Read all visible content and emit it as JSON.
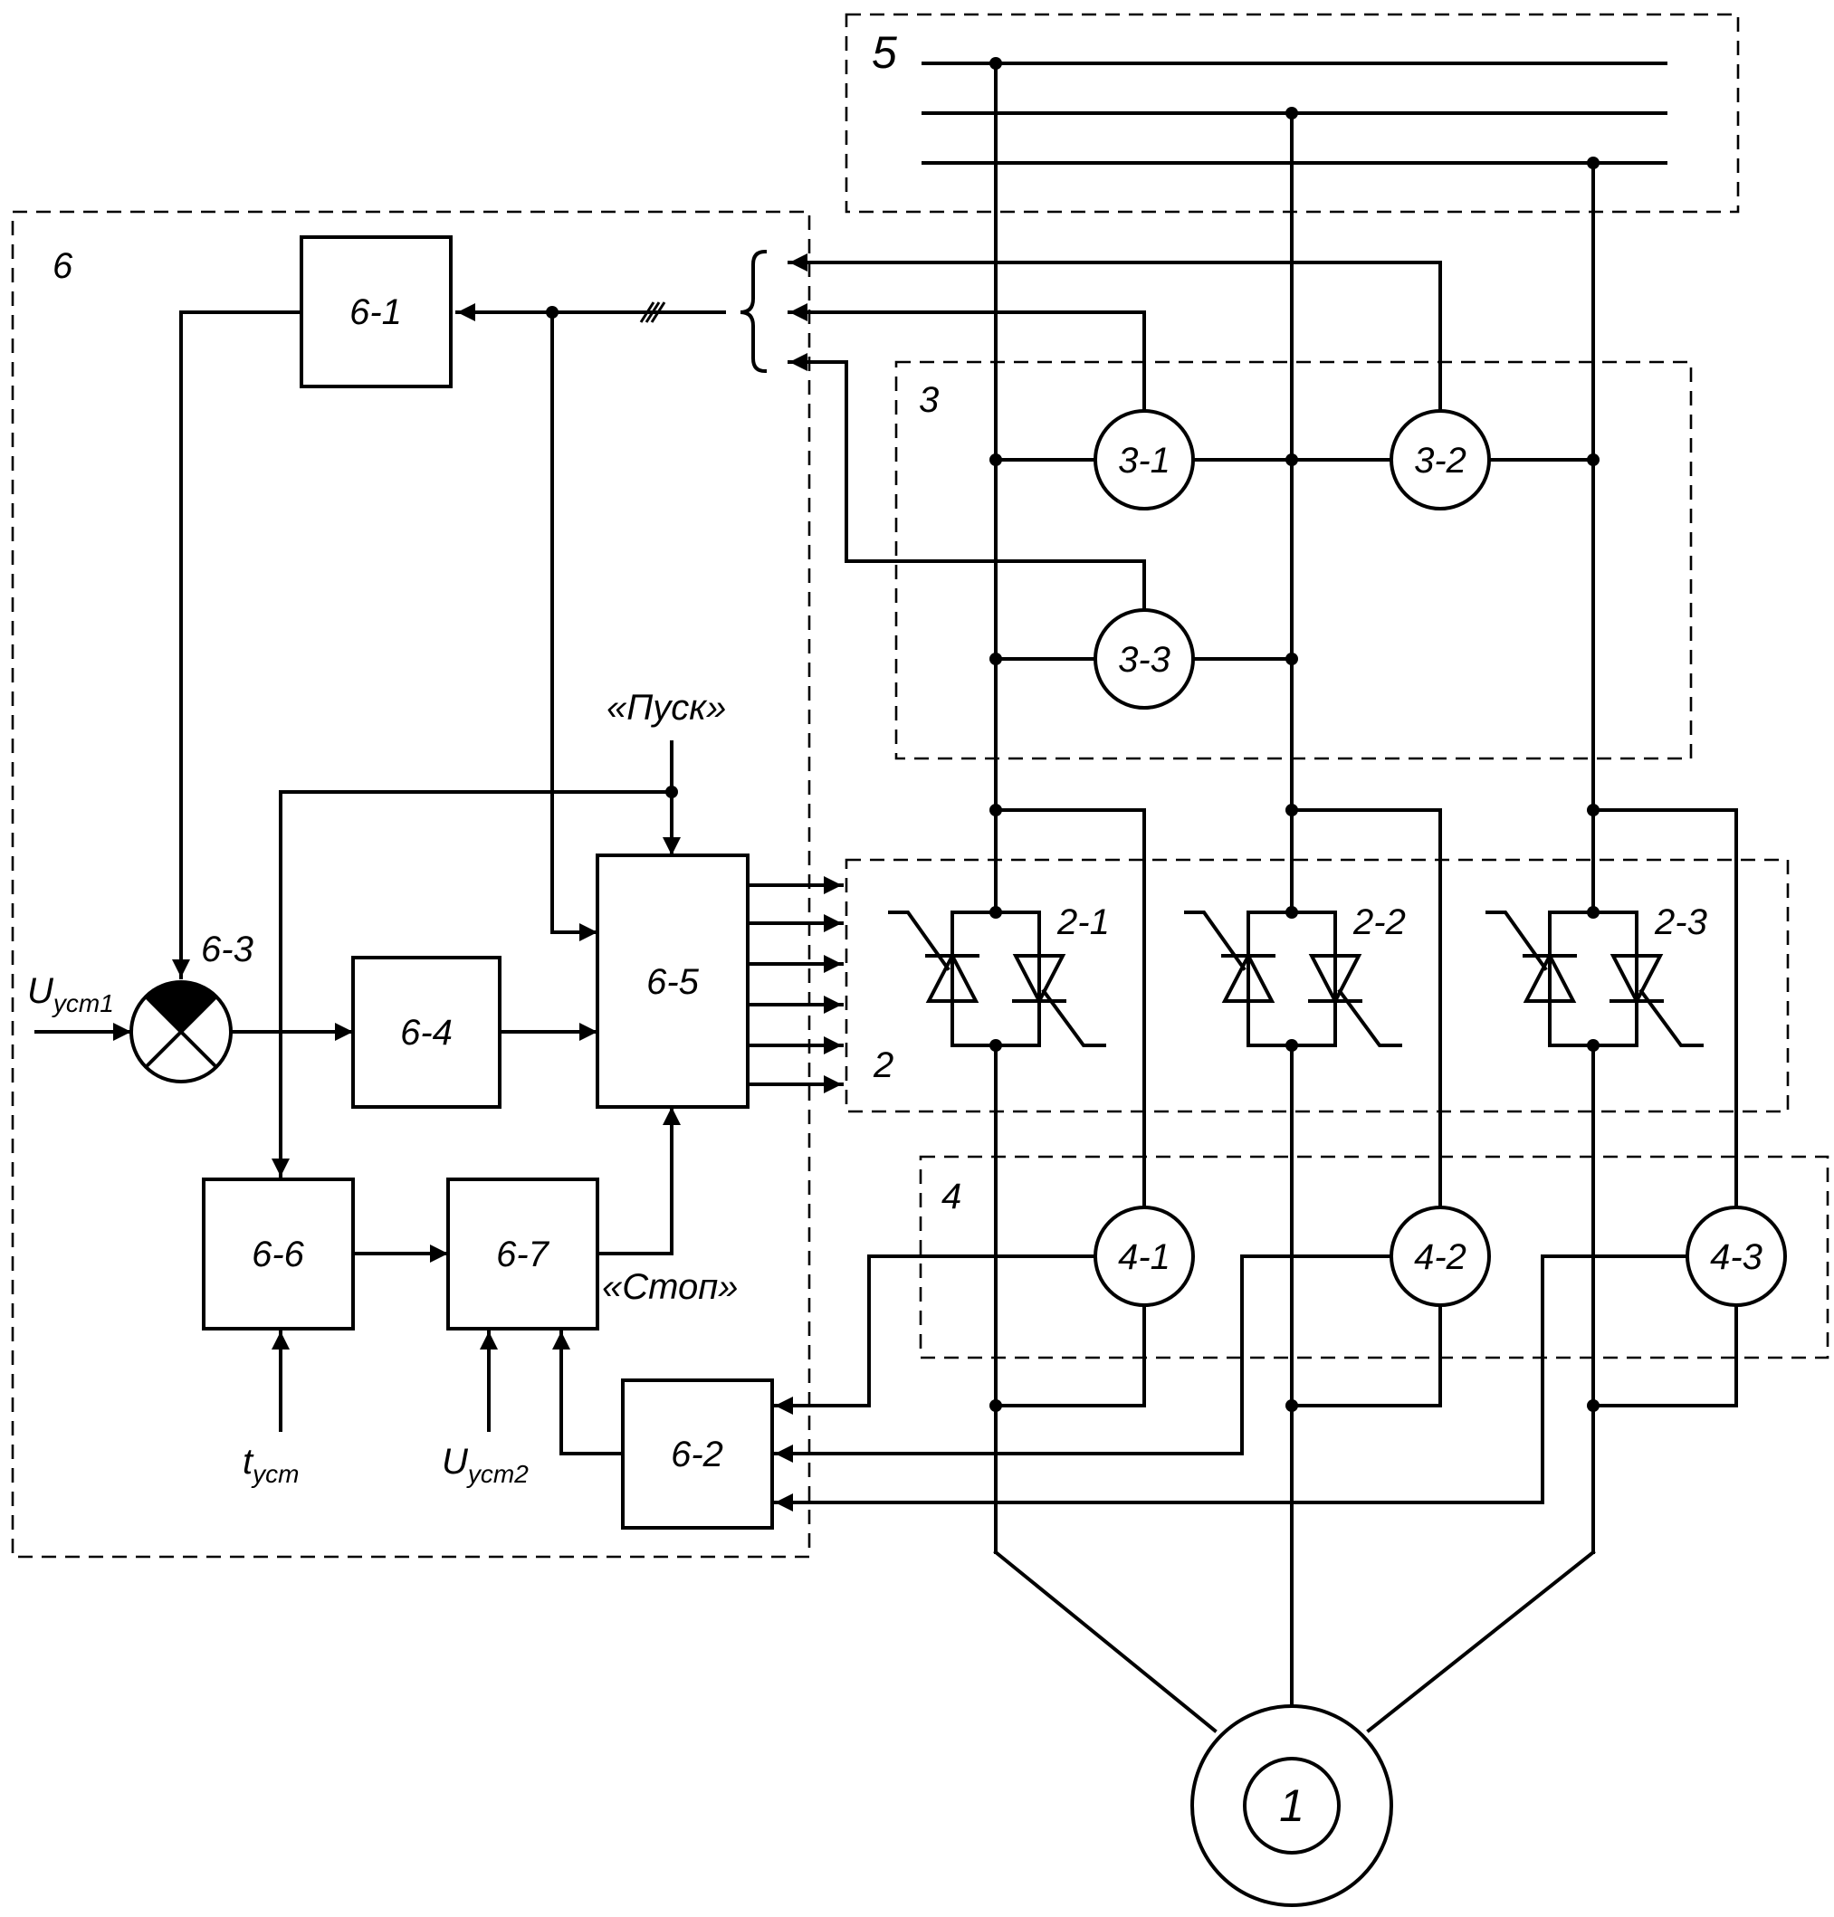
{
  "groups": {
    "g5": "5",
    "g6": "6",
    "g3": "3",
    "g2": "2",
    "g4": "4"
  },
  "blocks": {
    "b61": "6-1",
    "b62": "6-2",
    "b63": "6-3",
    "b64": "6-4",
    "b65": "6-5",
    "b66": "6-6",
    "b67": "6-7"
  },
  "sensors": {
    "s31": "3-1",
    "s32": "3-2",
    "s33": "3-3",
    "s41": "4-1",
    "s42": "4-2",
    "s43": "4-3"
  },
  "thyristors": {
    "t21": "2-1",
    "t22": "2-2",
    "t23": "2-3"
  },
  "motor": "1",
  "signals": {
    "pusk": "«Пуск»",
    "stop": "«Стоп»",
    "u1_main": "U",
    "u1_sub": "уст1",
    "u2_main": "U",
    "u2_sub": "уст2",
    "t_main": "t",
    "t_sub": "уст"
  }
}
